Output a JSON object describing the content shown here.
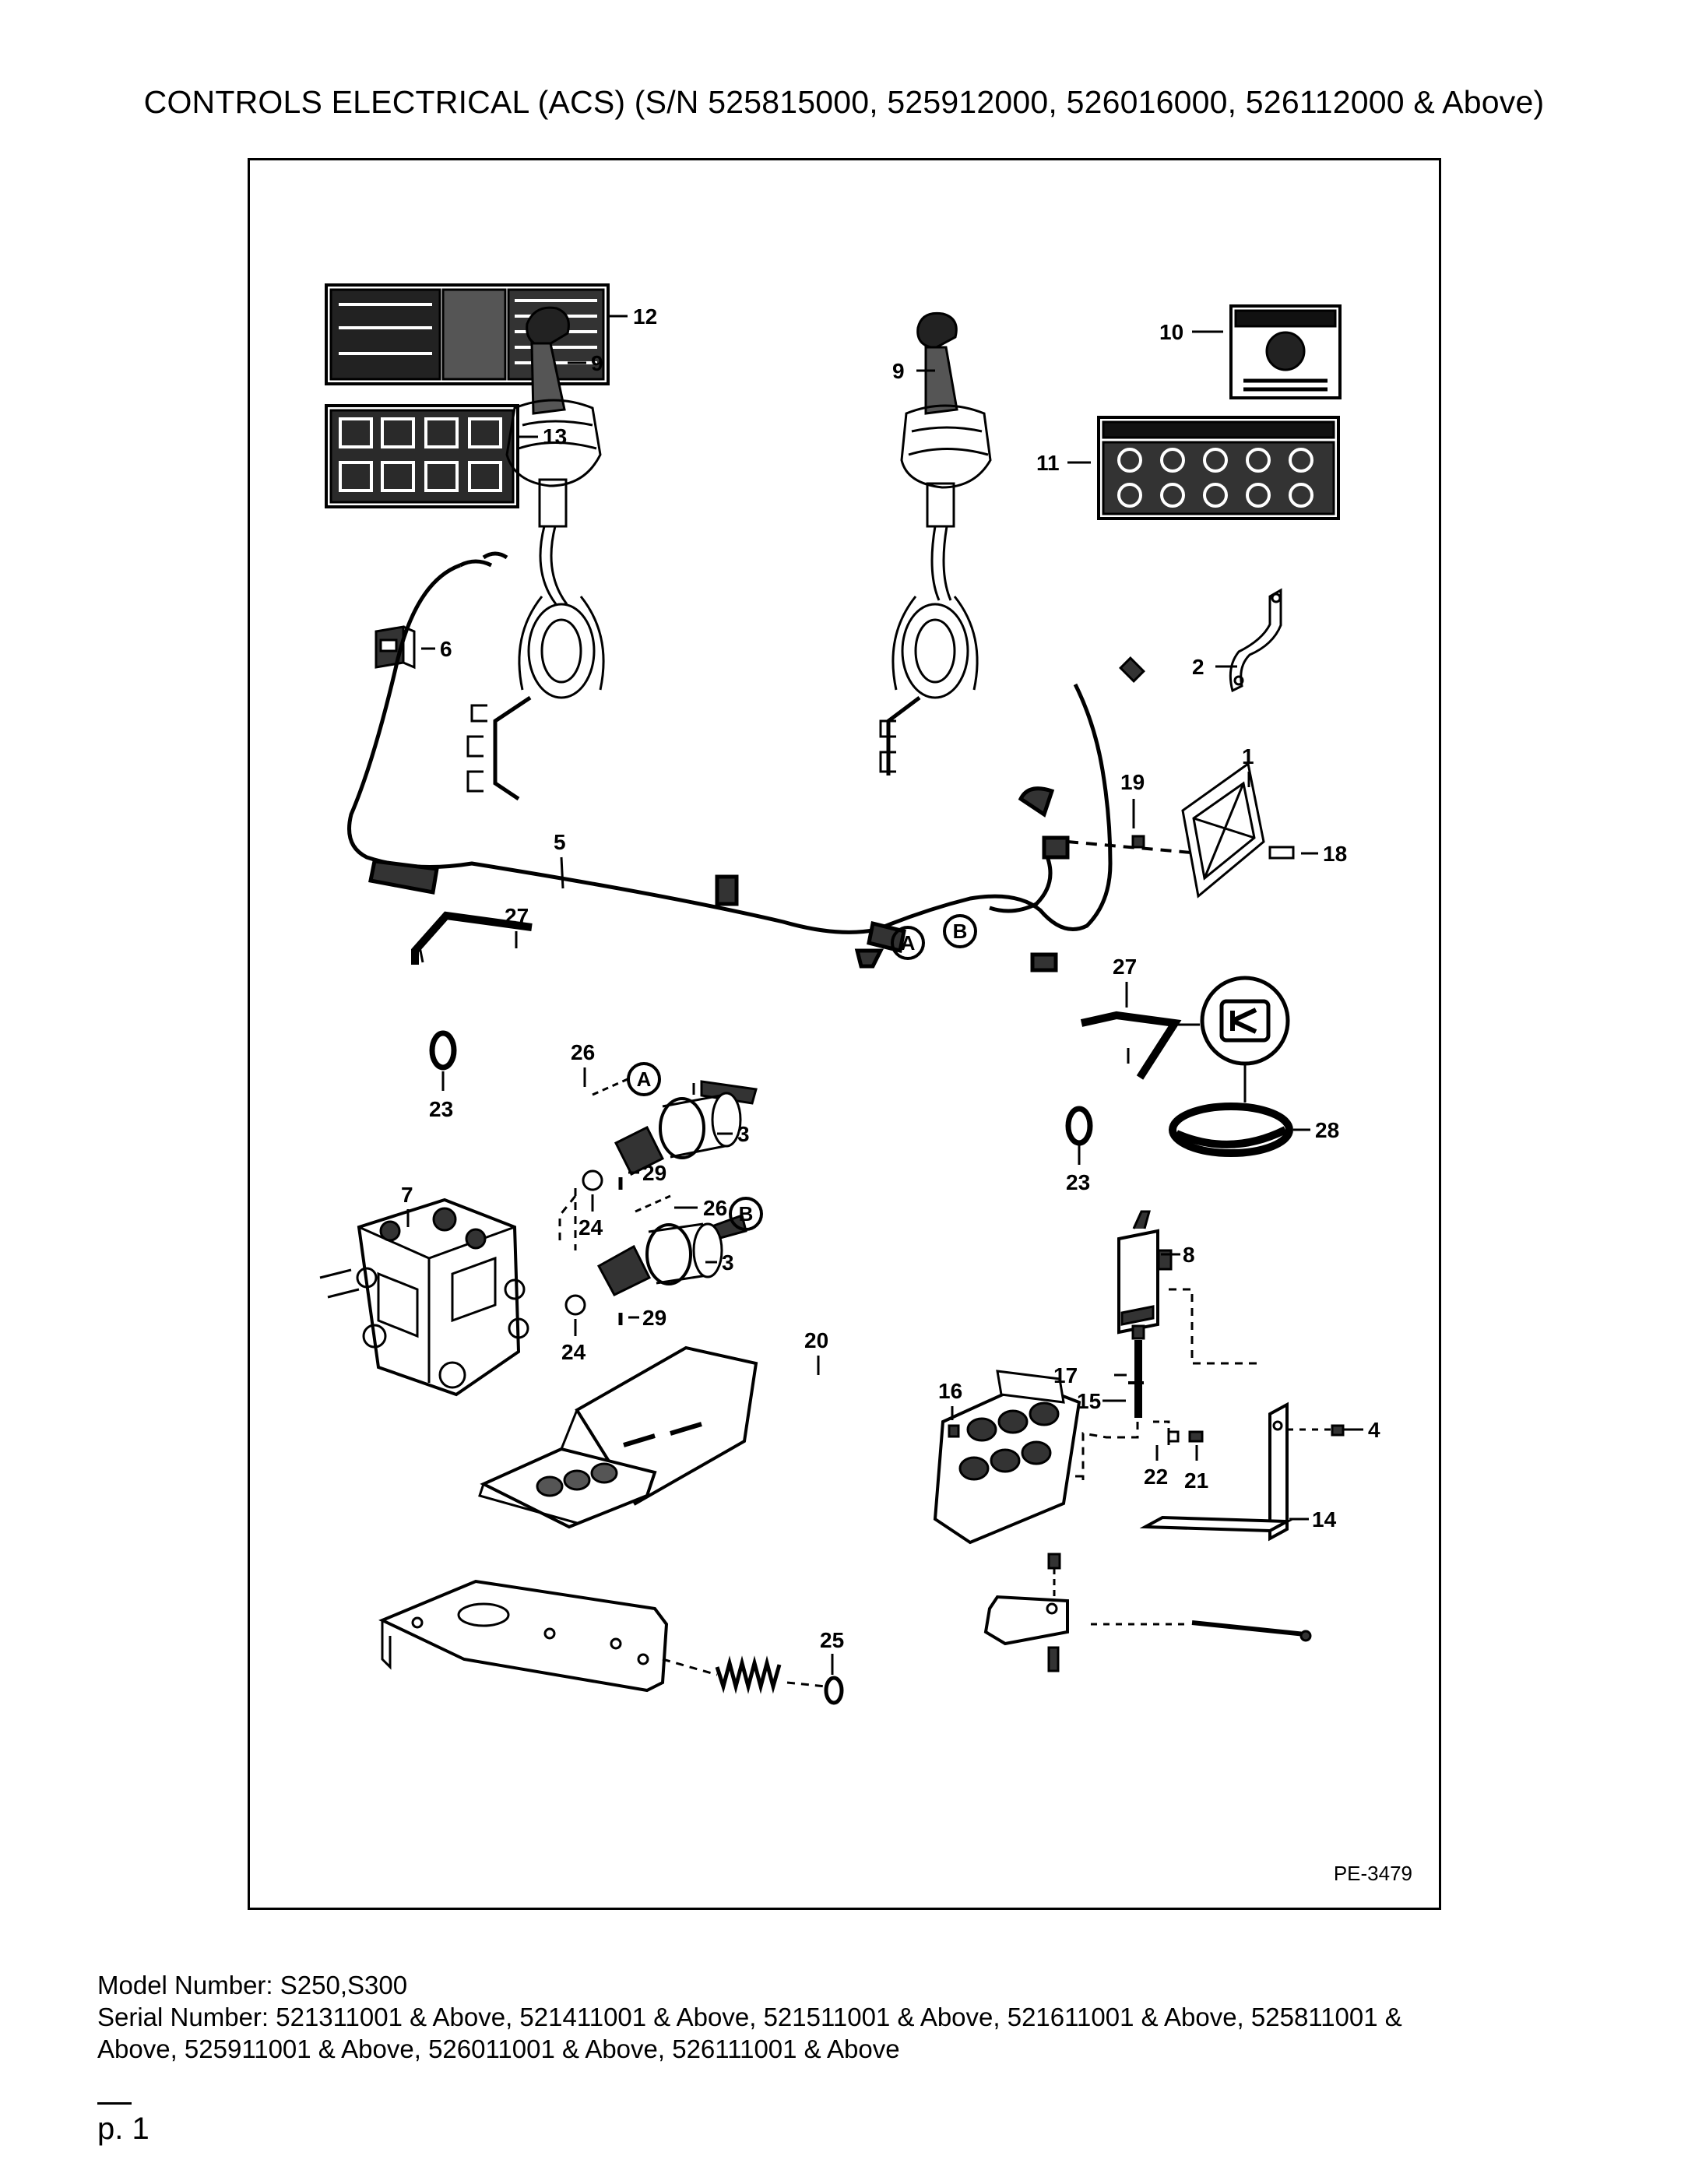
{
  "page": {
    "title": "CONTROLS ELECTRICAL (ACS) (S/N 525815000, 525912000, 526016000, 526112000 & Above)",
    "drawing_id": "PE-3479",
    "model_line": "Model Number: S250,S300",
    "serial_line_1": "Serial Number: 521311001 & Above, 521411001 & Above, 521511001 & Above, 521611001 & Above, 525811001 &",
    "serial_line_2": "Above, 525911001 & Above, 526011001 & Above, 526111001 & Above",
    "page_number": "p. 1"
  },
  "callouts": {
    "c1": "1",
    "c2": "2",
    "c3a": "3",
    "c3b": "3",
    "c4": "4",
    "c5": "5",
    "c6": "6",
    "c7": "7",
    "c8": "8",
    "c9a": "9",
    "c9b": "9",
    "c10": "10",
    "c11": "11",
    "c12": "12",
    "c13": "13",
    "c14": "14",
    "c15": "15",
    "c16": "16",
    "c17": "17",
    "c18": "18",
    "c19": "19",
    "c20": "20",
    "c21": "21",
    "c22": "22",
    "c23a": "23",
    "c23b": "23",
    "c24a": "24",
    "c24b": "24",
    "c25": "25",
    "c26a": "26",
    "c26b": "26",
    "c27a": "27",
    "c27b": "27",
    "c28": "28",
    "c29a": "29",
    "c29b": "29"
  },
  "connectors": {
    "a1": "A",
    "a2": "A",
    "b1": "B",
    "b2": "B"
  }
}
